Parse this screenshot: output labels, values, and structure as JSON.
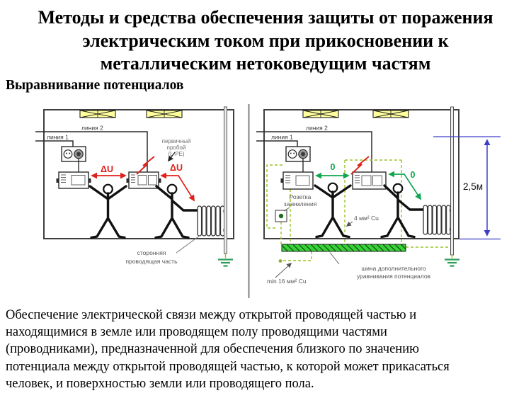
{
  "title": {
    "lines": [
      "Методы и средства обеспечения защиты от поражения",
      "электрическим током при прикосновении к",
      "металлическим нетоковедущим частям"
    ]
  },
  "subtitle": "Выравнивание потенциалов",
  "description": {
    "lines": [
      "Обеспечение электрической связи между открытой проводящей частью и",
      "находящимися в земле или проводящем полу проводящими частями",
      "(проводниками), предназначенной для обеспечения близкого по значению",
      "потенциала между открытой проводящей частью, к которой может прикасаться",
      "человек, и поверхностью земли или проводящего пола."
    ]
  },
  "colors": {
    "danger_red": "#e0201a",
    "safe_green": "#0fa64f",
    "bonding_dash_green": "#9ac423",
    "bus_green": "#35d435",
    "dimension_blue": "#3d3dcc",
    "ground_green": "#2e9e5b",
    "lamp_yellow": "#ffff9c"
  },
  "left_diagram": {
    "line2_label": "линия 2",
    "line1_label": "линия 1",
    "breakdown_label": {
      "l1": "первичный",
      "l2": "пробой",
      "l3": "(L-PE)"
    },
    "delta_u1": "ΔU",
    "delta_u2": "ΔU",
    "extraneous_label": {
      "l1": "сторонняя",
      "l2": "проводящая часть"
    }
  },
  "right_diagram": {
    "line2_label": "линия 2",
    "line1_label": "линия 1",
    "zero1": "0",
    "zero2": "0",
    "earth_socket_label": {
      "l1": "Розетка",
      "l2": "заземления"
    },
    "wire_4mm_label": "4 мм² Cu",
    "bus_label": {
      "l1": "шина дополнительного",
      "l2": "уравнивания потенциалов"
    },
    "min_wire_label": "min 16 мм² Cu",
    "height_label": "2,5м"
  }
}
